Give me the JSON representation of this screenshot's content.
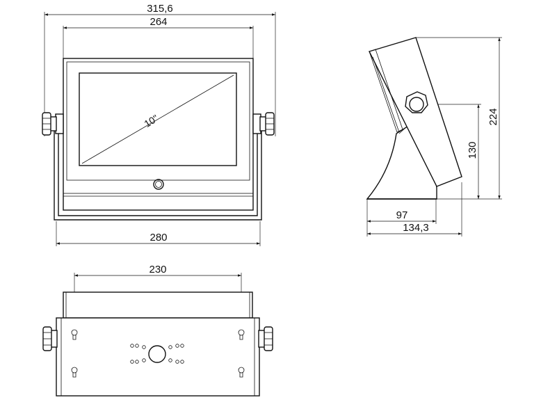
{
  "dimensions": {
    "front_total_width": "315,6",
    "front_frame_width": "264",
    "front_base_width": "280",
    "screen_diagonal": "10\"",
    "side_total_height": "224",
    "side_pivot_height": "130",
    "side_base_depth": "97",
    "side_total_depth": "134,3",
    "bottom_hole_spacing": "230"
  }
}
